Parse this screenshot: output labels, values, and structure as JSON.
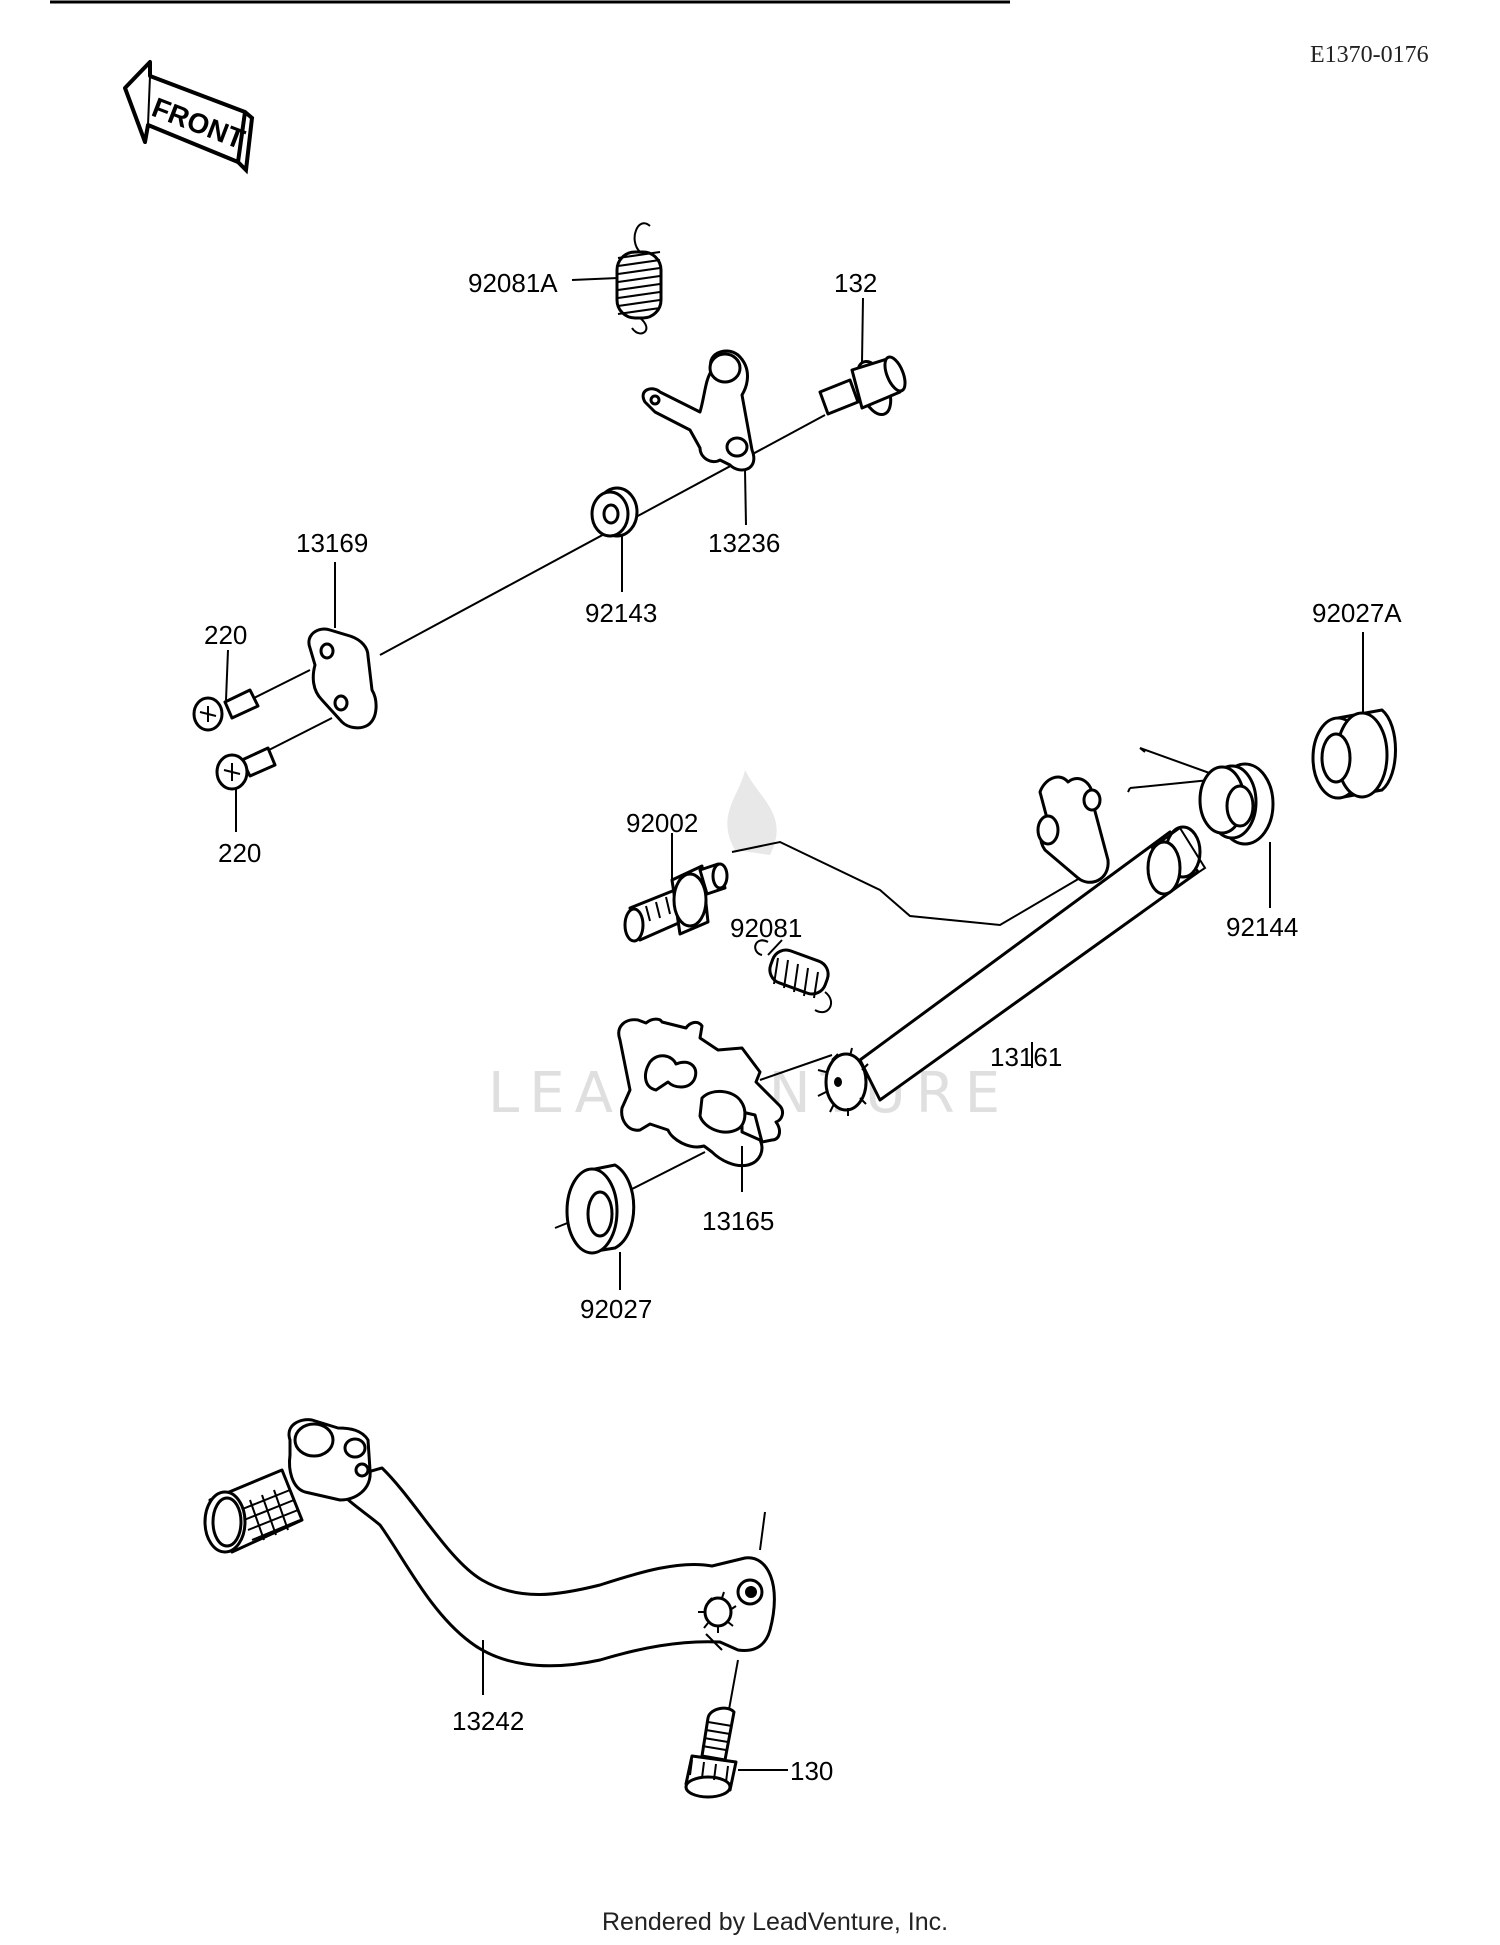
{
  "diagram_code": "E1370-0176",
  "front_label": "FRONT",
  "watermark": "LEADVENTURE",
  "footer": "Rendered by LeadVenture, Inc.",
  "callouts": {
    "p92081A": "92081A",
    "p132": "132",
    "p13236": "13236",
    "p92143": "92143",
    "p13169": "13169",
    "p220a": "220",
    "p220b": "220",
    "p92027A": "92027A",
    "p92002": "92002",
    "p92081": "92081",
    "p92144": "92144",
    "p13161": "13161",
    "p13165": "13165",
    "p92027": "92027",
    "p13242": "13242",
    "p130": "130"
  }
}
